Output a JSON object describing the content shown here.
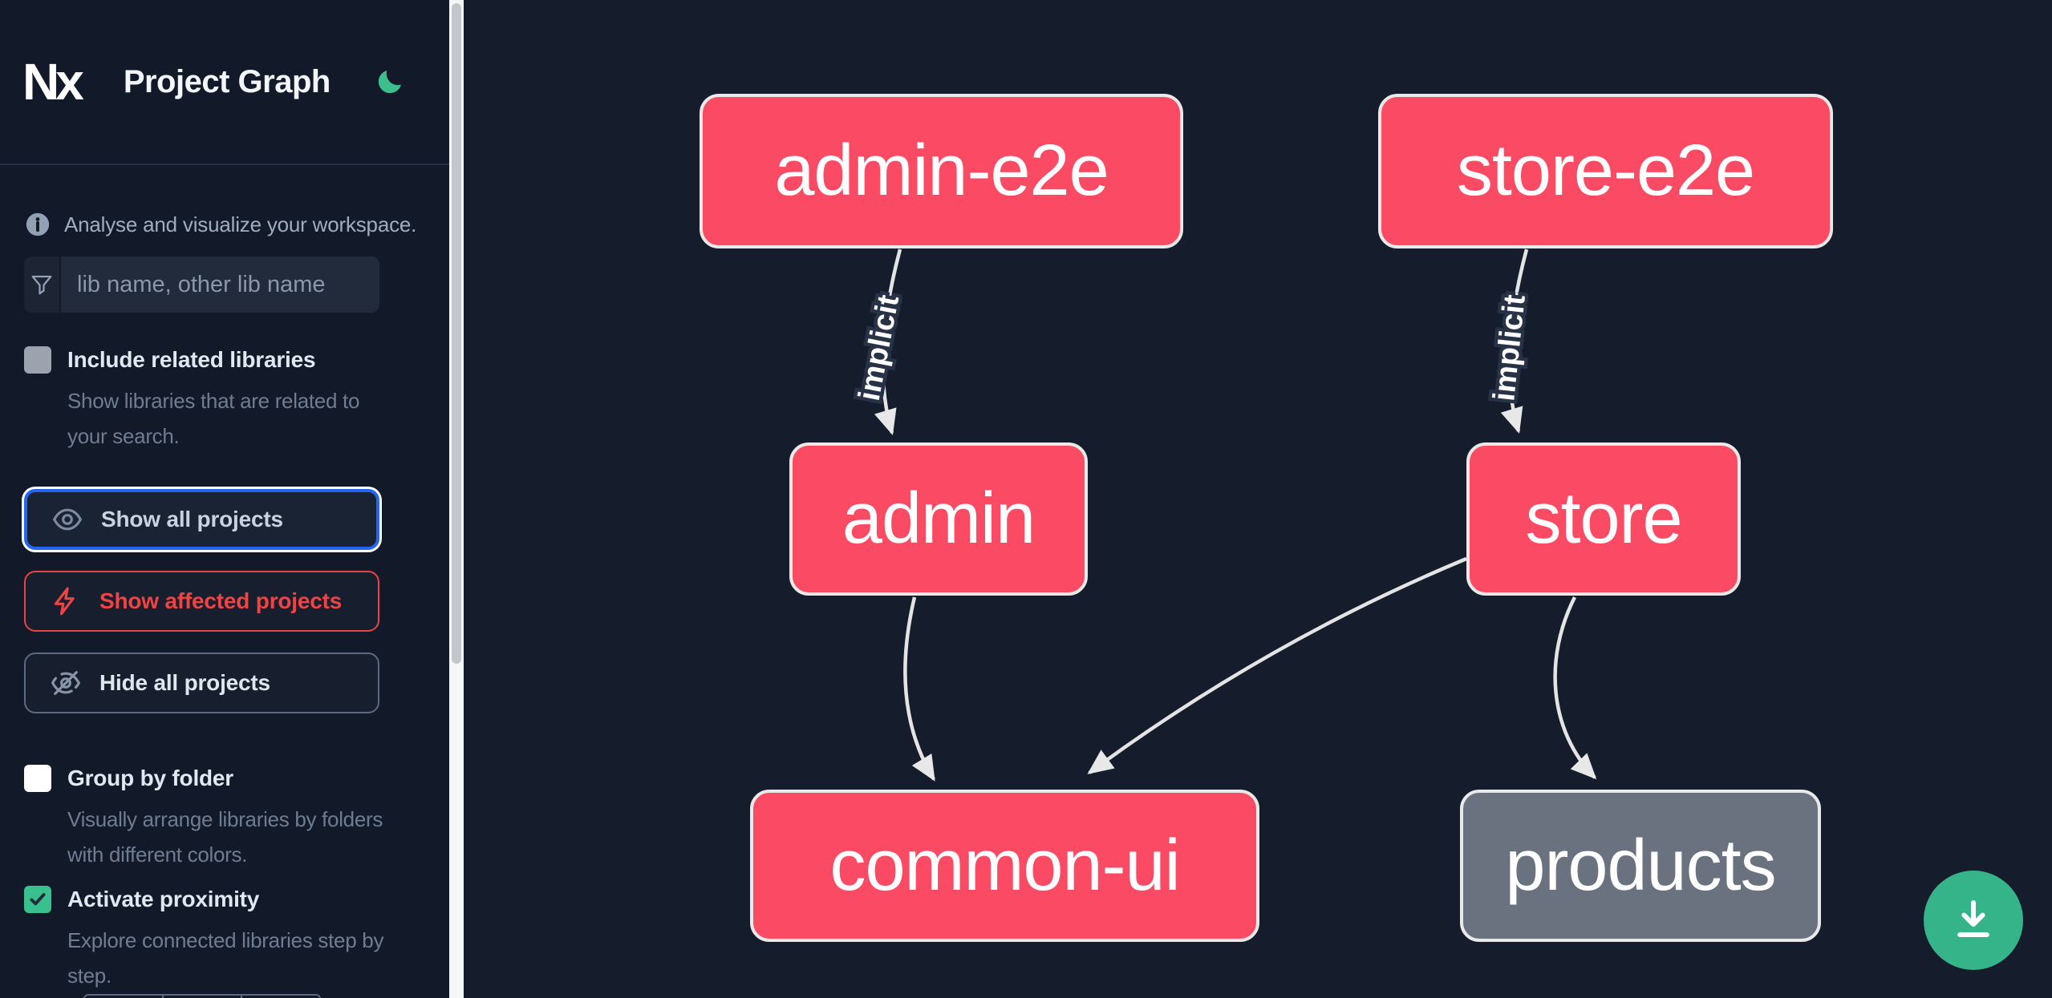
{
  "app": {
    "logo_text": "Nx",
    "title": "Project Graph"
  },
  "sidebar": {
    "tagline": "Analyse and visualize your workspace.",
    "search": {
      "placeholder": "lib name, other lib name",
      "value": ""
    },
    "toggles": [
      {
        "label": "Include related libraries",
        "description": "Show libraries that are related to your search.",
        "checked": false
      },
      {
        "label": "Group by folder",
        "description": "Visually arrange libraries by folders with different colors.",
        "checked": false
      },
      {
        "label": "Activate proximity",
        "description": "Explore connected libraries step by step.",
        "checked": true
      }
    ],
    "buttons": [
      {
        "label": "Show all projects",
        "icon": "eye-icon",
        "state": "focused",
        "accent": "#2465f1"
      },
      {
        "label": "Show affected projects",
        "icon": "bolt-icon",
        "state": "default",
        "accent": "#ef4444"
      },
      {
        "label": "Hide all projects",
        "icon": "eye-off-icon",
        "state": "default",
        "accent": "#5b6a80"
      }
    ]
  },
  "graph": {
    "type": "dependency-graph",
    "nodes": [
      {
        "id": "admin-e2e",
        "label": "admin-e2e",
        "kind": "affected"
      },
      {
        "id": "store-e2e",
        "label": "store-e2e",
        "kind": "affected"
      },
      {
        "id": "admin",
        "label": "admin",
        "kind": "affected"
      },
      {
        "id": "store",
        "label": "store",
        "kind": "affected"
      },
      {
        "id": "common-ui",
        "label": "common-ui",
        "kind": "affected"
      },
      {
        "id": "products",
        "label": "products",
        "kind": "plain"
      }
    ],
    "edges": [
      {
        "source": "admin-e2e",
        "target": "admin",
        "label": "implicit"
      },
      {
        "source": "store-e2e",
        "target": "store",
        "label": "implicit"
      },
      {
        "source": "admin",
        "target": "common-ui",
        "label": ""
      },
      {
        "source": "store",
        "target": "common-ui",
        "label": ""
      },
      {
        "source": "store",
        "target": "products",
        "label": ""
      }
    ],
    "colors": {
      "affected_node": "#fb4a63",
      "plain_node": "#6a7280",
      "node_border": "#e9e9e9",
      "edge": "#e4e4e4"
    }
  },
  "fab": {
    "icon": "download-icon",
    "color": "#36b489"
  }
}
